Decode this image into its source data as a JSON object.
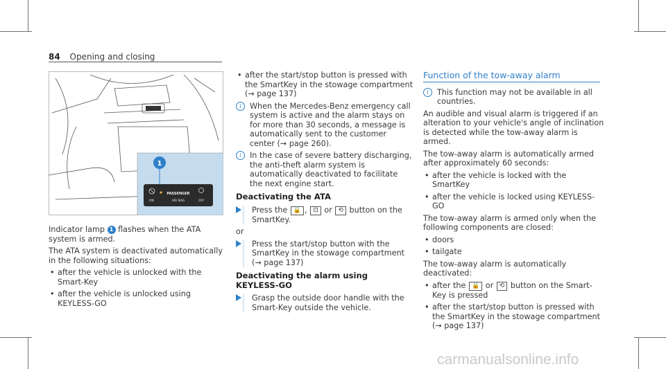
{
  "page": {
    "number": "84",
    "section": "Opening and closing"
  },
  "left": {
    "indicator_pre": "Indicator lamp",
    "badge": "1",
    "indicator_post": "flashes when the ATA system is armed.",
    "deactivated_intro": "The ATA system is deactivated automatically in the following situations:",
    "bullets": [
      "after the vehicle is unlocked with the Smart-Key",
      "after the vehicle is unlocked using KEYLESS-GO"
    ],
    "figure": {
      "badge": "1",
      "label_on": "ON",
      "label_passenger": "PASSENGER",
      "label_airbag": "AIR BAG",
      "label_off": "OFF"
    }
  },
  "middle": {
    "top_bullet": "after the start/stop button is pressed with the SmartKey in the stowage compartment (→ page 137)",
    "notes": [
      "When the Mercedes-Benz emergency call system is active and the alarm stays on for more than 30 seconds, a message is automatically sent to the customer center (→ page 260).",
      "In the case of severe battery discharging, the anti-theft alarm system is automatically deactivated to facilitate the next engine start."
    ],
    "heading1": "Deactivating the ATA",
    "step1_pre": "Press the",
    "key_lock": "🔒",
    "key_trunk": "⊡",
    "key_or": "or",
    "key_off": "⟲",
    "step1_post": "button on the SmartKey.",
    "or": "or",
    "step2": "Press the start/stop button with the SmartKey in the stowage compartment (→ page 137)",
    "heading2": "Deactivating the alarm using KEYLESS-GO",
    "step3": "Grasp the outside door handle with the Smart-Key outside the vehicle."
  },
  "right": {
    "heading": "Function of the tow-away alarm",
    "note": "This function may not be available in all countries.",
    "p1": "An audible and visual alarm is triggered if an alteration to your vehicle's angle of inclination is detected while the tow-away alarm is armed.",
    "p2": "The tow-away alarm is automatically armed after approximately 60 seconds:",
    "armed_bullets": [
      "after the vehicle is locked with the SmartKey",
      "after the vehicle is locked using KEYLESS-GO"
    ],
    "p3": "The tow-away alarm is armed only when the following components are closed:",
    "closed_bullets": [
      "doors",
      "tailgate"
    ],
    "p4": "The tow-away alarm is automatically deactivated:",
    "deact_b1_pre": "after the",
    "deact_b1_or": "or",
    "deact_b1_post": "button on the Smart-Key is pressed",
    "deact_b2": "after the start/stop button is pressed with the SmartKey in the stowage compartment (→ page 137)"
  },
  "watermark": "carmanualsonline.info",
  "colors": {
    "accent": "#2f80c8",
    "text": "#3a3a3a",
    "figure_highlight": "#c5dcef"
  }
}
